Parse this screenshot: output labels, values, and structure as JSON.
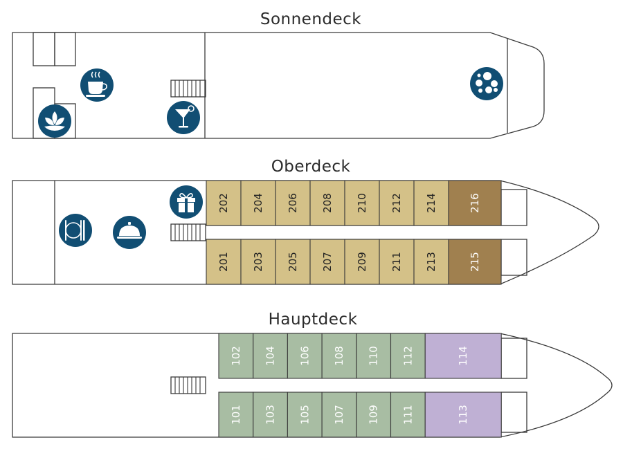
{
  "decks": {
    "sun": {
      "title": "Sonnendeck"
    },
    "upper": {
      "title": "Oberdeck"
    },
    "main": {
      "title": "Hauptdeck"
    }
  },
  "colors": {
    "cabin_tan": "#d4c188",
    "cabin_brown": "#a0804f",
    "cabin_green": "#a8bda3",
    "cabin_lilac": "#bfb0d4",
    "icon_blue": "#114e73"
  },
  "upper_cabins": {
    "top": [
      "202",
      "204",
      "206",
      "208",
      "210",
      "212",
      "214",
      "216"
    ],
    "bottom": [
      "201",
      "203",
      "205",
      "207",
      "209",
      "211",
      "213",
      "215"
    ]
  },
  "main_cabins": {
    "top": [
      "102",
      "104",
      "106",
      "108",
      "110",
      "112",
      "114"
    ],
    "bottom": [
      "101",
      "103",
      "105",
      "107",
      "109",
      "111",
      "113"
    ]
  },
  "icons": {
    "sun_deck": [
      "coffee-cup-icon",
      "wellness-lotus-icon",
      "cocktail-icon",
      "whirlpool-icon"
    ],
    "upper_deck": [
      "restaurant-icon",
      "reception-bell-icon",
      "gift-shop-icon"
    ]
  }
}
